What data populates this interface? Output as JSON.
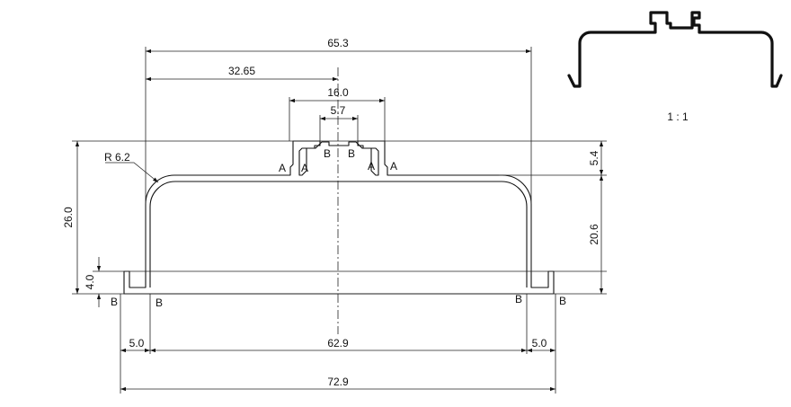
{
  "dimensions": {
    "overall_width_top": "65.3",
    "half_width": "32.65",
    "slot_outer_width": "16.0",
    "slot_inner_width": "5.7",
    "corner_radius": "R 6.2",
    "overall_height": "26.0",
    "flange_height": "4.0",
    "slot_depth": "5.4",
    "body_height": "20.6",
    "left_foot": "5.0",
    "inner_span": "62.9",
    "right_foot": "5.0",
    "overall_width_bottom": "72.9"
  },
  "point_labels": {
    "a": "A",
    "b": "B"
  },
  "scale_label": "1 : 1"
}
